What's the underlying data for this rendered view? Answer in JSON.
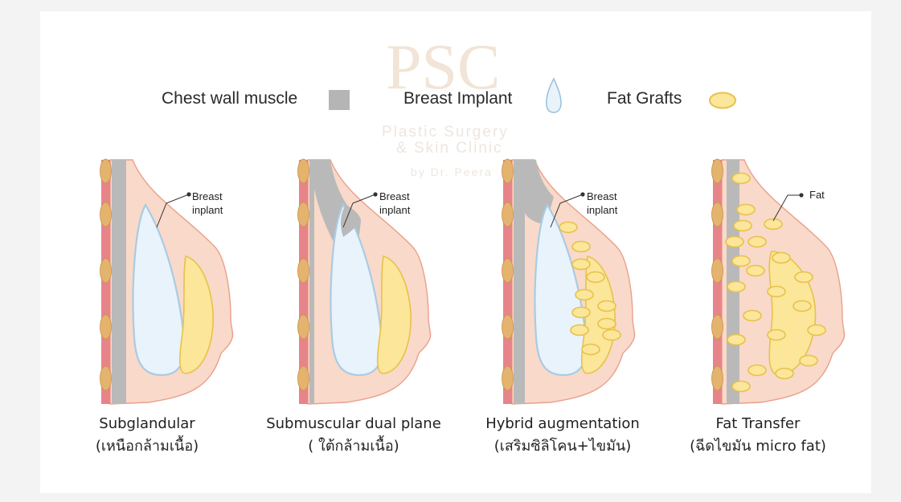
{
  "watermark": {
    "logo": "PSC",
    "line1": "Plastic Surgery",
    "line2": "& Skin Clinic",
    "line3": "by Dr. Peera"
  },
  "legend": {
    "muscle": "Chest wall muscle",
    "implant": "Breast Implant",
    "fat": "Fat Grafts"
  },
  "colors": {
    "skin": "#f9d9c9",
    "skin_outline": "#e9a08c",
    "chest_wall": "#e7848a",
    "rib": "#e4b36e",
    "muscle": "#b9b9b9",
    "implant": "#e9f3fb",
    "implant_outline": "#a9cbe4",
    "fat": "#fbe69a",
    "fat_outline": "#e7c24a"
  },
  "diagrams": [
    {
      "title": "Subglandular",
      "subtitle": "(เหนือกล้ามเนื้อ)",
      "callout_line1": "Breast",
      "callout_line2": "inplant"
    },
    {
      "title": "Submuscular dual plane",
      "subtitle": "( ใต้กล้ามเนื้อ)",
      "callout_line1": "Breast",
      "callout_line2": "inplant"
    },
    {
      "title": "Hybrid augmentation",
      "subtitle": "(เสริมซิลิโคน+ไขมัน)",
      "callout_line1": "Breast",
      "callout_line2": "inplant"
    },
    {
      "title": "Fat Transfer",
      "subtitle": "(ฉีดไขมัน  micro fat)",
      "callout_line1": "Fat",
      "callout_line2": ""
    }
  ]
}
